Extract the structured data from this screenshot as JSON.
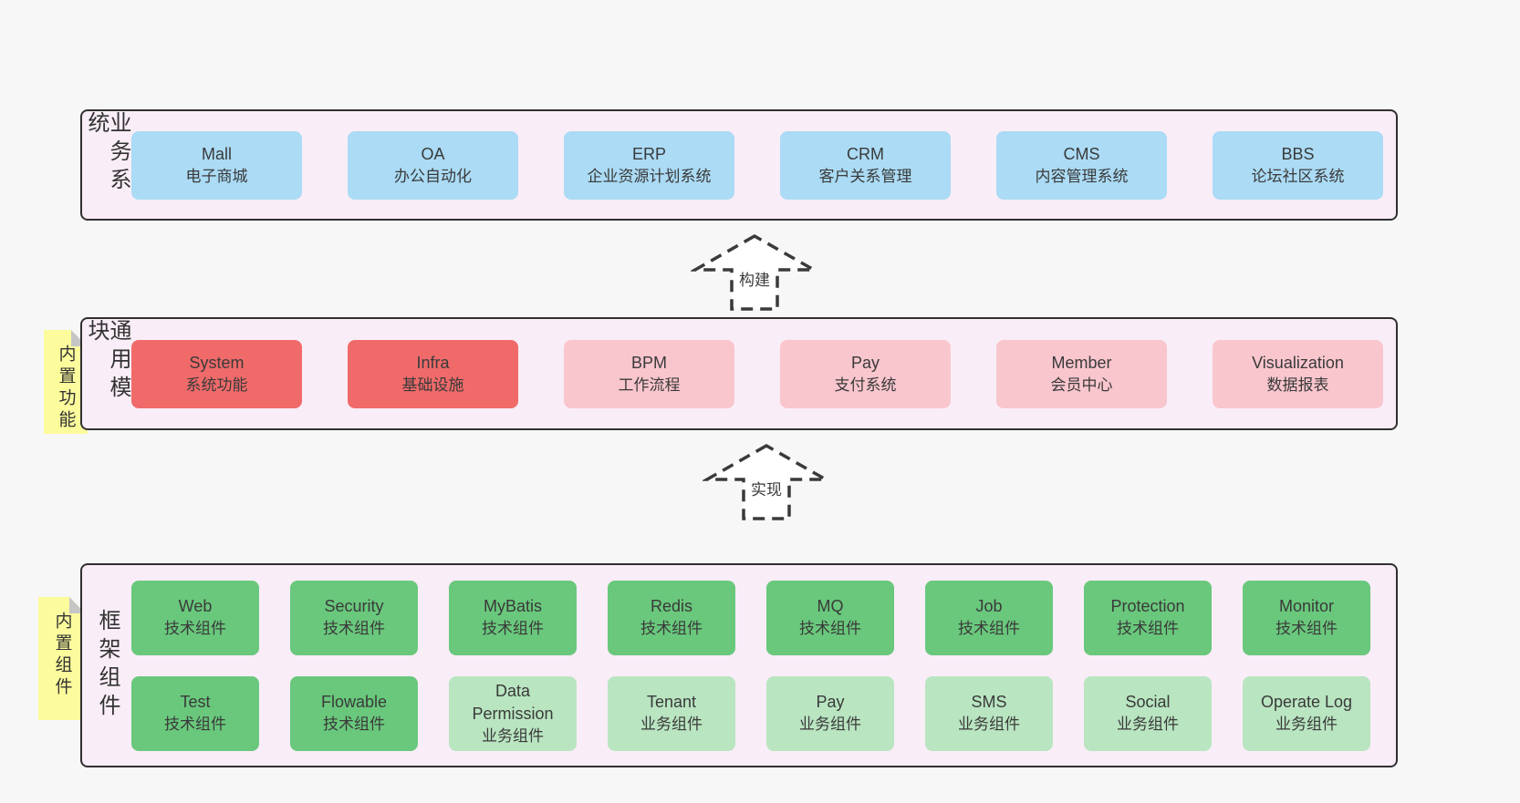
{
  "colors": {
    "page_bg": "#f7f7f7",
    "band_bg": "#f9edf7",
    "band_border": "#303030",
    "blue": "#abdbf5",
    "red": "#f06a6a",
    "pink": "#f9c6ce",
    "green": "#69c87c",
    "green_light": "#b9e5c1",
    "note_bg": "#fcfc9d",
    "note_fold": "#c5c5c5",
    "text": "#3a3a3a"
  },
  "bands": {
    "business": {
      "label": "业务系统",
      "items": [
        {
          "name": "Mall",
          "desc": "电子商城",
          "variant": "blue"
        },
        {
          "name": "OA",
          "desc": "办公自动化",
          "variant": "blue"
        },
        {
          "name": "ERP",
          "desc": "企业资源计划系统",
          "variant": "blue"
        },
        {
          "name": "CRM",
          "desc": "客户关系管理",
          "variant": "blue"
        },
        {
          "name": "CMS",
          "desc": "内容管理系统",
          "variant": "blue"
        },
        {
          "name": "BBS",
          "desc": "论坛社区系统",
          "variant": "blue"
        }
      ]
    },
    "modules": {
      "label": "通用模块",
      "note": "内置功能",
      "items": [
        {
          "name": "System",
          "desc": "系统功能",
          "variant": "red"
        },
        {
          "name": "Infra",
          "desc": "基础设施",
          "variant": "red"
        },
        {
          "name": "BPM",
          "desc": "工作流程",
          "variant": "pink"
        },
        {
          "name": "Pay",
          "desc": "支付系统",
          "variant": "pink"
        },
        {
          "name": "Member",
          "desc": "会员中心",
          "variant": "pink"
        },
        {
          "name": "Visualization",
          "desc": "数据报表",
          "variant": "pink"
        }
      ]
    },
    "components": {
      "label": "框架组件",
      "note": "内置组件",
      "row1": [
        {
          "name": "Web",
          "desc": "技术组件",
          "variant": "green"
        },
        {
          "name": "Security",
          "desc": "技术组件",
          "variant": "green"
        },
        {
          "name": "MyBatis",
          "desc": "技术组件",
          "variant": "green"
        },
        {
          "name": "Redis",
          "desc": "技术组件",
          "variant": "green"
        },
        {
          "name": "MQ",
          "desc": "技术组件",
          "variant": "green"
        },
        {
          "name": "Job",
          "desc": "技术组件",
          "variant": "green"
        },
        {
          "name": "Protection",
          "desc": "技术组件",
          "variant": "green"
        },
        {
          "name": "Monitor",
          "desc": "技术组件",
          "variant": "green"
        }
      ],
      "row2": [
        {
          "name": "Test",
          "desc": "技术组件",
          "variant": "green"
        },
        {
          "name": "Flowable",
          "desc": "技术组件",
          "variant": "green"
        },
        {
          "name": "Data Permission",
          "desc": "业务组件",
          "variant": "green-light"
        },
        {
          "name": "Tenant",
          "desc": "业务组件",
          "variant": "green-light"
        },
        {
          "name": "Pay",
          "desc": "业务组件",
          "variant": "green-light"
        },
        {
          "name": "SMS",
          "desc": "业务组件",
          "variant": "green-light"
        },
        {
          "name": "Social",
          "desc": "业务组件",
          "variant": "green-light"
        },
        {
          "name": "Operate Log",
          "desc": "业务组件",
          "variant": "green-light"
        }
      ]
    }
  },
  "arrows": {
    "build": {
      "label": "构建"
    },
    "implement": {
      "label": "实现"
    }
  }
}
